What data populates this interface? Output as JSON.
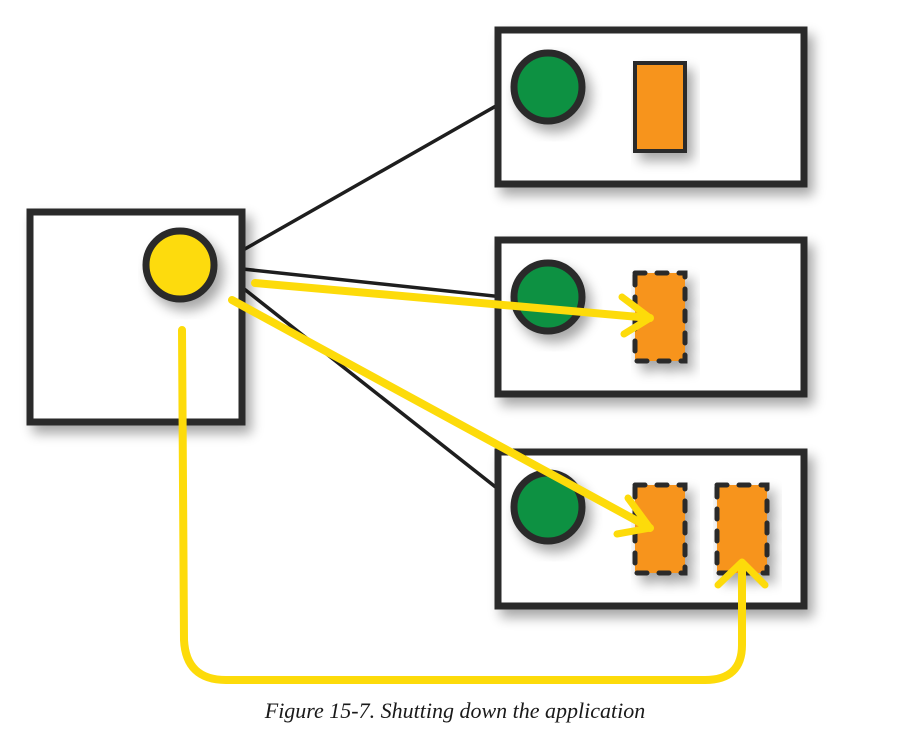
{
  "figure": {
    "caption": "Figure 15-7. Shutting down the application"
  },
  "colors": {
    "frame": "#2a2a2a",
    "main_node": "#fddb0a",
    "worker_node": "#0f9142",
    "task": "#f7941d",
    "shutdown_arrow": "#fddb0a",
    "connection": "#1e1e1e"
  },
  "nodes": [
    {
      "id": "main",
      "role": "application",
      "node_color": "main_node",
      "tasks": []
    },
    {
      "id": "worker-1",
      "role": "worker",
      "node_color": "worker_node",
      "tasks": [
        {
          "state": "running"
        }
      ]
    },
    {
      "id": "worker-2",
      "role": "worker",
      "node_color": "worker_node",
      "tasks": [
        {
          "state": "shutting-down"
        }
      ]
    },
    {
      "id": "worker-3",
      "role": "worker",
      "node_color": "worker_node",
      "tasks": [
        {
          "state": "shutting-down"
        },
        {
          "state": "shutting-down"
        }
      ]
    }
  ],
  "connections": [
    {
      "from": "main",
      "to": "worker-1"
    },
    {
      "from": "main",
      "to": "worker-2"
    },
    {
      "from": "main",
      "to": "worker-3"
    }
  ],
  "shutdown_signals": [
    {
      "from": "main",
      "to": "worker-2.task-1"
    },
    {
      "from": "main",
      "to": "worker-3.task-1"
    },
    {
      "from": "main",
      "to": "worker-3.task-2",
      "route": "around-bottom"
    }
  ]
}
